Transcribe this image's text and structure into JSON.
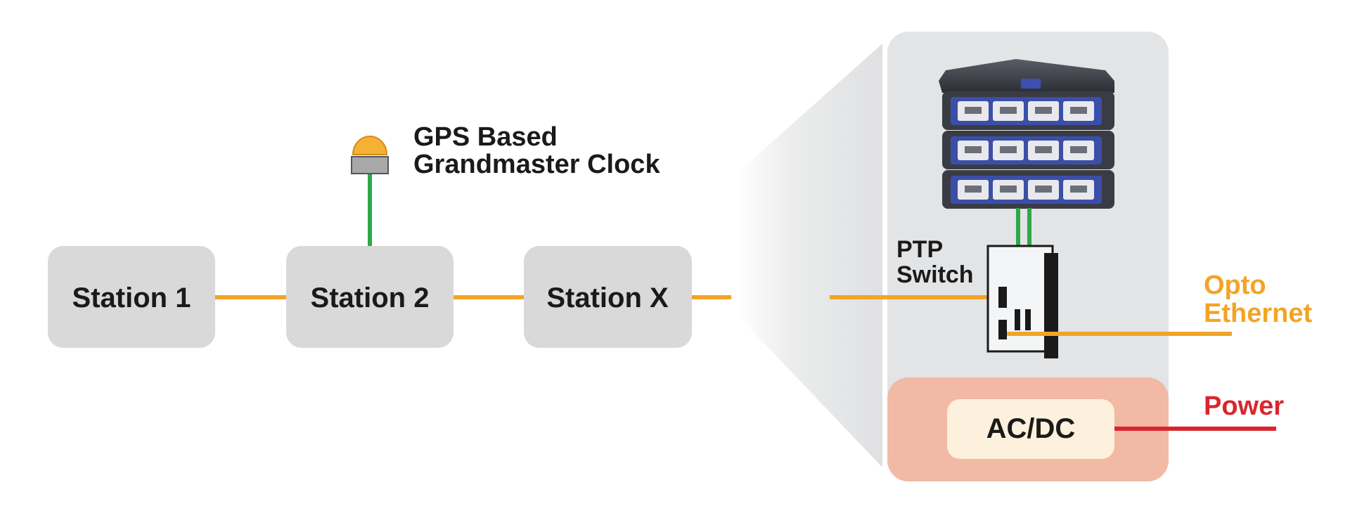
{
  "stations": [
    {
      "label": "Station 1"
    },
    {
      "label": "Station 2"
    },
    {
      "label": "Station X"
    }
  ],
  "clock": {
    "line1": "GPS Based",
    "line2": "Grandmaster Clock",
    "icon": "gps-clock-icon"
  },
  "switch": {
    "line1": "PTP",
    "line2": "Switch",
    "icon": "ptp-switch-icon"
  },
  "module_stack": {
    "icon": "data-acquisition-modules-icon"
  },
  "power_supply": {
    "label": "AC/DC"
  },
  "connections": {
    "opto": {
      "line1": "Opto",
      "line2": "Ethernet"
    },
    "power": {
      "label": "Power"
    }
  },
  "colors": {
    "ethernet": "#f2a427",
    "sync": "#2ea84a",
    "power": "#d9262e",
    "station_box": "#d9d9d9",
    "panel": "#e3e4e6",
    "power_zone": "#f2b9a5",
    "acdc_box": "#fdf0dc"
  }
}
